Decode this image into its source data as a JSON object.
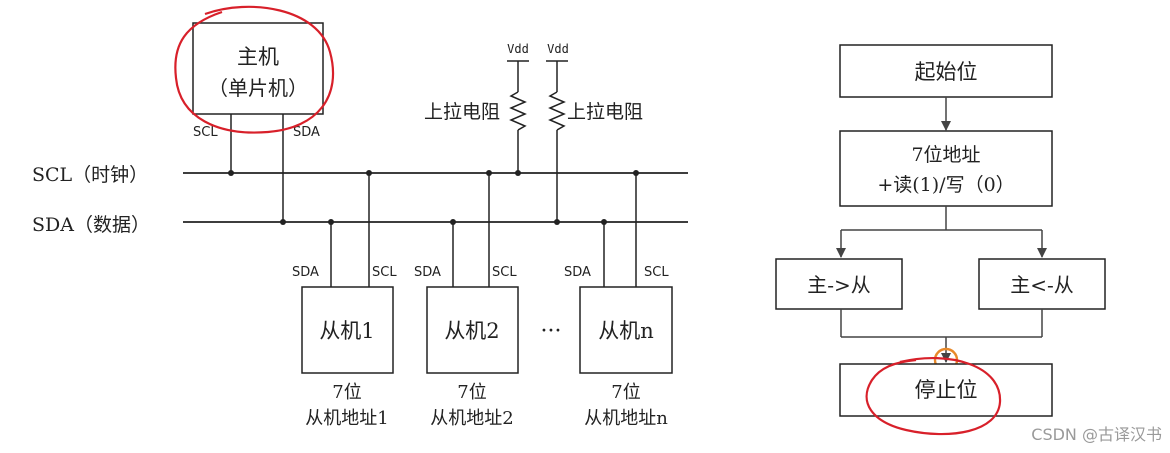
{
  "bus_diagram": {
    "master": {
      "line1": "主机",
      "line2": "（单片机）",
      "scl_pin": "SCL",
      "sda_pin": "SDA"
    },
    "scl_bus_label": "SCL（时钟）",
    "sda_bus_label": "SDA（数据）",
    "vdd_labels": [
      "Vdd",
      "Vdd"
    ],
    "pullup_labels": [
      "上拉电阻",
      "上拉电阻"
    ],
    "slaves": [
      {
        "label": "从机1",
        "sda_pin": "SDA",
        "scl_pin": "SCL",
        "addr_line1": "7位",
        "addr_line2": "从机地址1"
      },
      {
        "label": "从机2",
        "sda_pin": "SDA",
        "scl_pin": "SCL",
        "addr_line1": "7位",
        "addr_line2": "从机地址2"
      },
      {
        "label": "从机n",
        "sda_pin": "SDA",
        "scl_pin": "SCL",
        "addr_line1": "7位",
        "addr_line2": "从机地址n"
      }
    ],
    "ellipsis": "···"
  },
  "flowchart": {
    "start": "起始位",
    "address_line1": "7位地址",
    "address_line2": "+读(1)/写（0）",
    "branch_left": "主->从",
    "branch_right": "主<-从",
    "stop": "停止位"
  },
  "annotation_color": "#d8202a",
  "highlight_color": "#e8892a",
  "watermark": "CSDN @古译汉书"
}
